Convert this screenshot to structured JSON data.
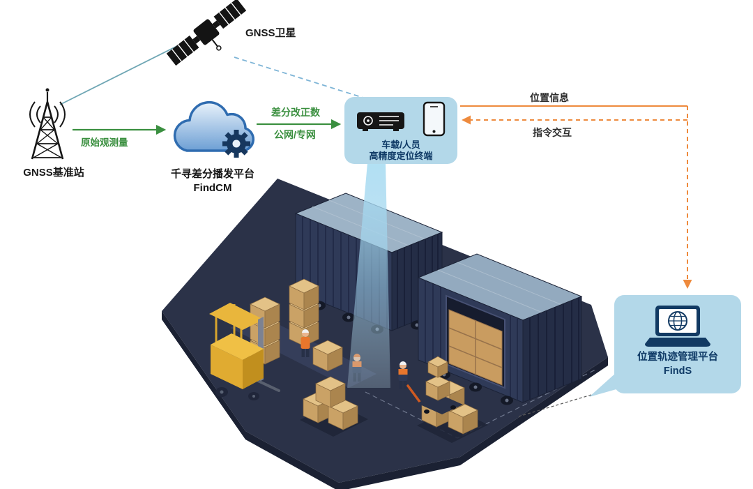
{
  "nodes": {
    "satellite": {
      "label": "GNSS卫星"
    },
    "base_station": {
      "label": "GNSS基准站"
    },
    "cloud_platform": {
      "name": "千寻差分播发平台",
      "product": "FindCM"
    },
    "terminal": {
      "line1": "车载/人员",
      "line2": "高精度定位终端"
    },
    "management_platform": {
      "name": "位置轨迹管理平台",
      "product": "FindS"
    }
  },
  "links": {
    "raw_observation": {
      "label": "原始观测量"
    },
    "correction": {
      "line1": "差分改正数",
      "line2": "公网/专网"
    },
    "position_info": {
      "label": "位置信息"
    },
    "command_exchange": {
      "label": "指令交互"
    }
  },
  "colors": {
    "bubble_fill": "#b3d8e9",
    "green": "#3a8f3f",
    "orange": "#ee8a3d",
    "navy_text": "#0f3a66",
    "teal_line": "#6ea6b4",
    "sky_dash": "#7db4d6",
    "floor": "#2b3248",
    "container": "#2f3a58",
    "box_tan": "#caa266",
    "forklift_yellow": "#e5b237"
  }
}
